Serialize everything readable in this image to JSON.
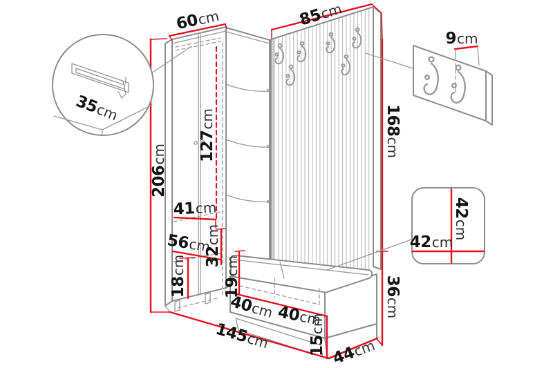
{
  "figure": {
    "kind": "furniture-dimension-diagram",
    "unit": "cm"
  },
  "colors": {
    "dimension_red": "#e4111f",
    "outline_gray": "#8d8d8d",
    "slat_gray": "#c0c0c0",
    "label_black": "#141414",
    "background": "#ffffff"
  },
  "dims": {
    "d60": {
      "value": "60",
      "unit": "cm"
    },
    "d85": {
      "value": "85",
      "unit": "cm"
    },
    "d9": {
      "value": "9",
      "unit": "cm"
    },
    "d35": {
      "value": "35",
      "unit": "cm"
    },
    "d206": {
      "value": "206",
      "unit": "cm"
    },
    "d127": {
      "value": "127",
      "unit": "cm"
    },
    "d168": {
      "value": "168",
      "unit": "cm"
    },
    "d41": {
      "value": "41",
      "unit": "cm"
    },
    "d56": {
      "value": "56",
      "unit": "cm"
    },
    "d32": {
      "value": "32",
      "unit": "cm"
    },
    "d18": {
      "value": "18",
      "unit": "cm"
    },
    "d19": {
      "value": "19",
      "unit": "cm"
    },
    "d40a": {
      "value": "40",
      "unit": "cm"
    },
    "d40b": {
      "value": "40",
      "unit": "cm"
    },
    "d145": {
      "value": "145",
      "unit": "cm"
    },
    "d15": {
      "value": "15",
      "unit": "cm"
    },
    "d44": {
      "value": "44",
      "unit": "cm"
    },
    "d36": {
      "value": "36",
      "unit": "cm"
    },
    "d42v": {
      "value": "42",
      "unit": "cm"
    },
    "d42h": {
      "value": "42",
      "unit": "cm"
    }
  }
}
